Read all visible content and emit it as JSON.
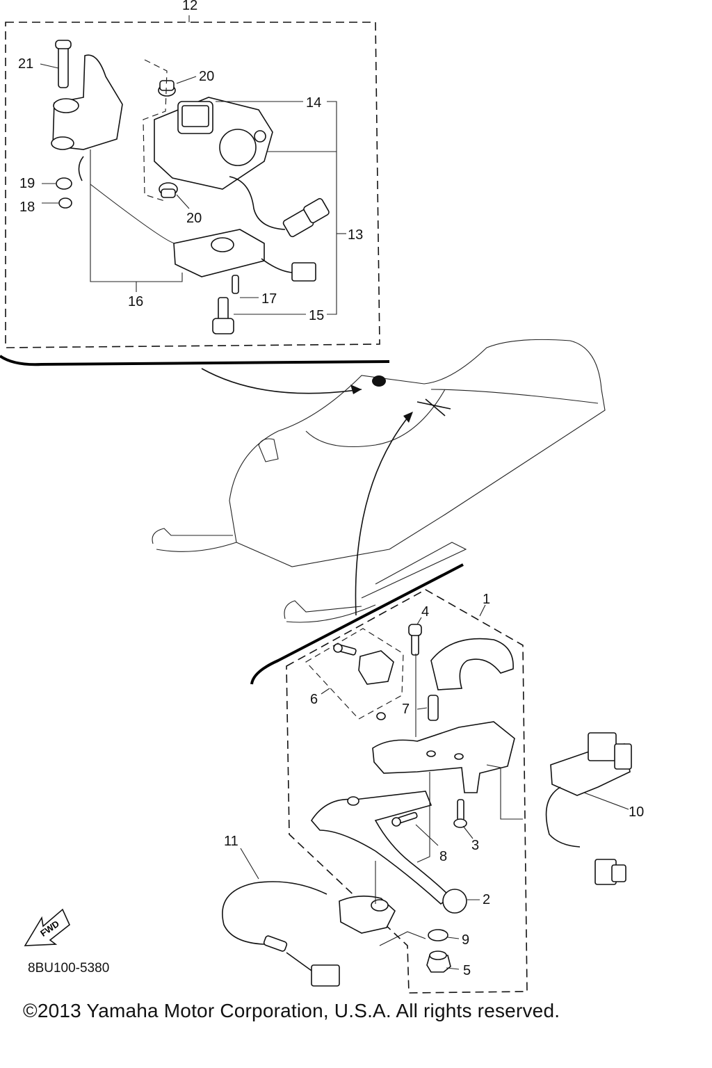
{
  "diagram": {
    "callouts": [
      "1",
      "2",
      "3",
      "4",
      "5",
      "6",
      "7",
      "8",
      "9",
      "10",
      "11",
      "12",
      "13",
      "14",
      "15",
      "16",
      "17",
      "18",
      "19",
      "20",
      "20",
      "21"
    ],
    "fwd_label": "FWD",
    "diagram_code": "8BU100-5380",
    "copyright": "©2013 Yamaha Motor Corporation, U.S.A. All rights reserved."
  }
}
